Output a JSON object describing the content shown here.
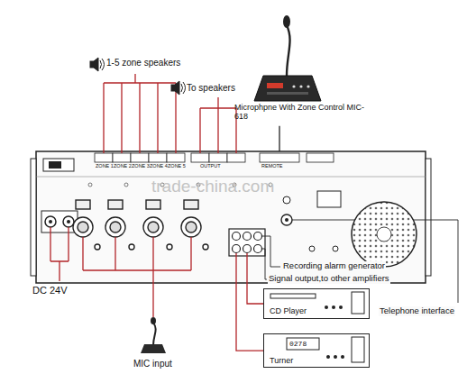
{
  "diagram": {
    "nodes": [
      {
        "text": [
          "ZONE 1",
          "ZONE 2",
          "ZONE 3",
          "ZONE 4",
          "ZONE 5",
          "OUTPUT",
          "REMOTE"
        ]
      },
      {
        "text": [
          "Microphpne With Zone Control MIC-618"
        ]
      },
      {
        "text": [
          "CD Player"
        ]
      },
      {
        "text": [
          "0278",
          "Turner"
        ]
      }
    ],
    "edges": [
      {
        "from": 1,
        "to": 0,
        "arrow": "none"
      },
      {
        "from": 0,
        "to": 2,
        "arrow": "none"
      },
      {
        "from": 0,
        "to": 3,
        "arrow": "none"
      }
    ],
    "labels": [
      "1-5 zone speakers",
      "To speakers",
      "trade-china.com",
      "Recording alarm generator",
      "Signal output,to other amplifiers",
      "Telephone interface",
      "DC 24V",
      "MIC input"
    ]
  }
}
